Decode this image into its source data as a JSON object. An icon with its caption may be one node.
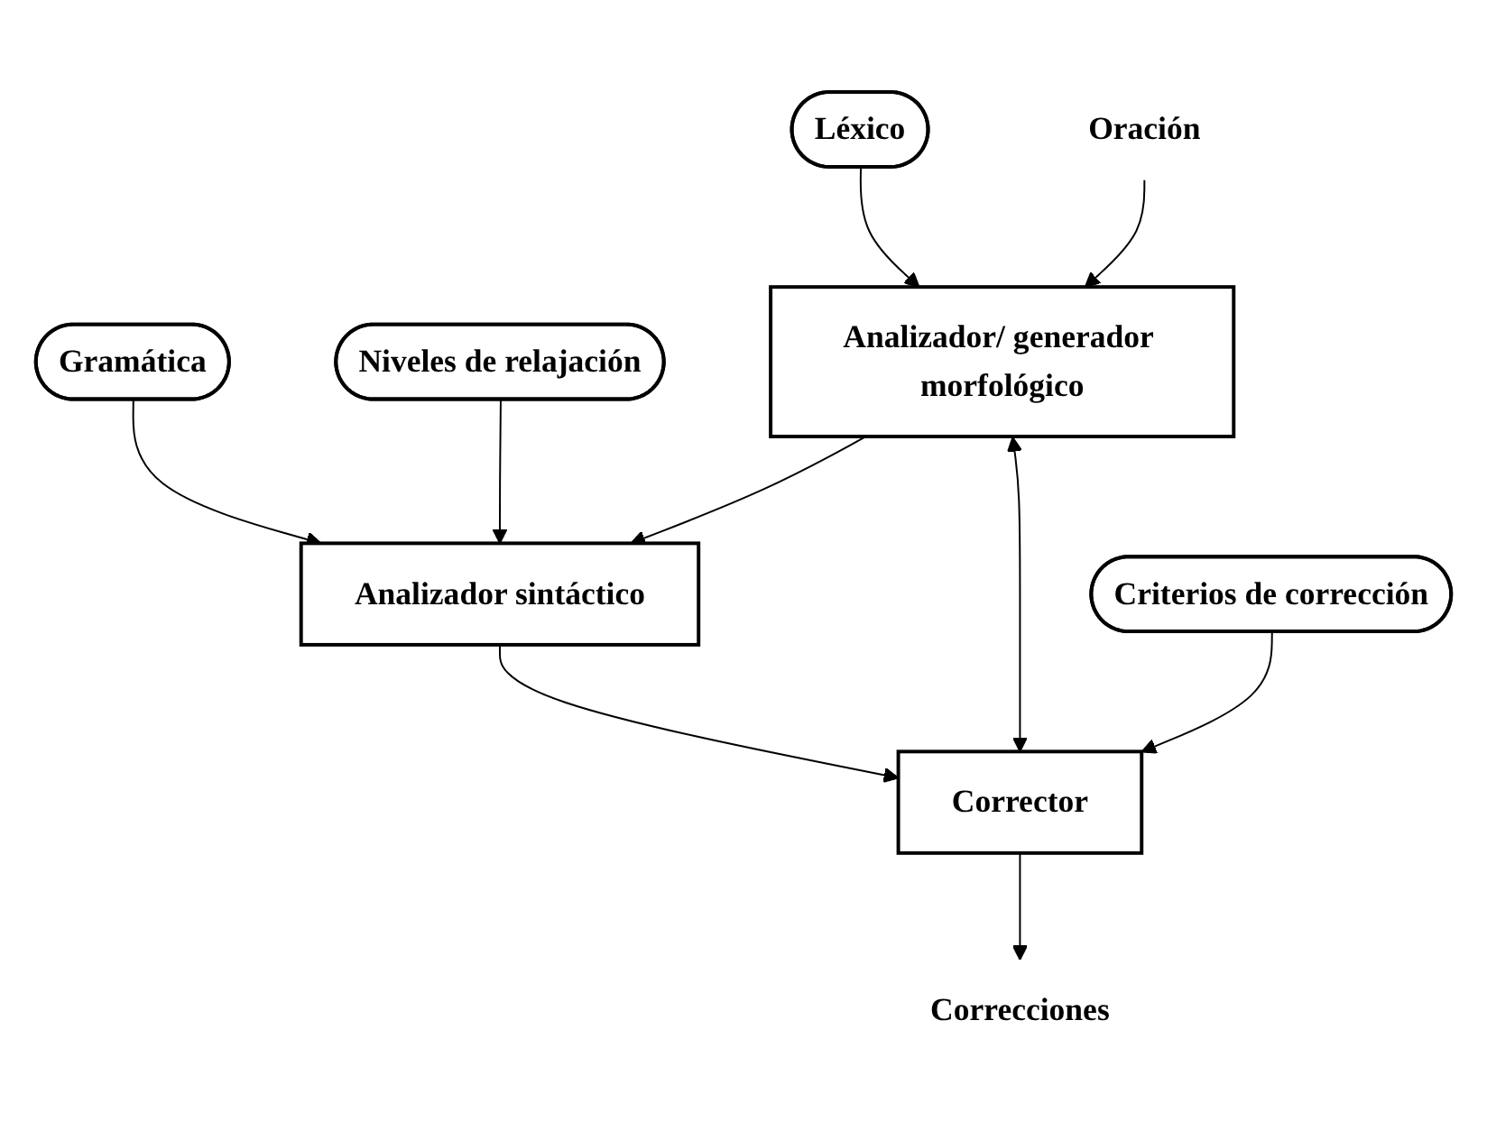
{
  "diagram": {
    "nodes": [
      {
        "text": [
          "Gramática"
        ]
      },
      {
        "text": [
          "Niveles de relajación"
        ]
      },
      {
        "text": [
          "Léxico"
        ]
      },
      {
        "text": [
          "Analizador sintáctico"
        ]
      },
      {
        "text": [
          "Analizador/ generador morfológico"
        ]
      },
      {
        "text": [
          "Oración"
        ]
      },
      {
        "text": [
          "Corrector"
        ]
      },
      {
        "text": [
          "Criterios de corrección"
        ]
      },
      {
        "text": [
          "Correcciones"
        ]
      }
    ],
    "edges": [
      {
        "from": 0,
        "to": 3,
        "arrow": "to"
      },
      {
        "from": 1,
        "to": 3,
        "arrow": "to"
      },
      {
        "from": 2,
        "to": 4,
        "arrow": "to"
      },
      {
        "from": 4,
        "to": 3,
        "arrow": "to"
      },
      {
        "from": 5,
        "to": 4,
        "arrow": "to"
      },
      {
        "from": 3,
        "to": 6,
        "arrow": "to"
      },
      {
        "from": 4,
        "to": 6,
        "arrow": "both"
      },
      {
        "from": 7,
        "to": 6,
        "arrow": "to"
      },
      {
        "from": 6,
        "to": 8,
        "arrow": "to"
      }
    ]
  }
}
